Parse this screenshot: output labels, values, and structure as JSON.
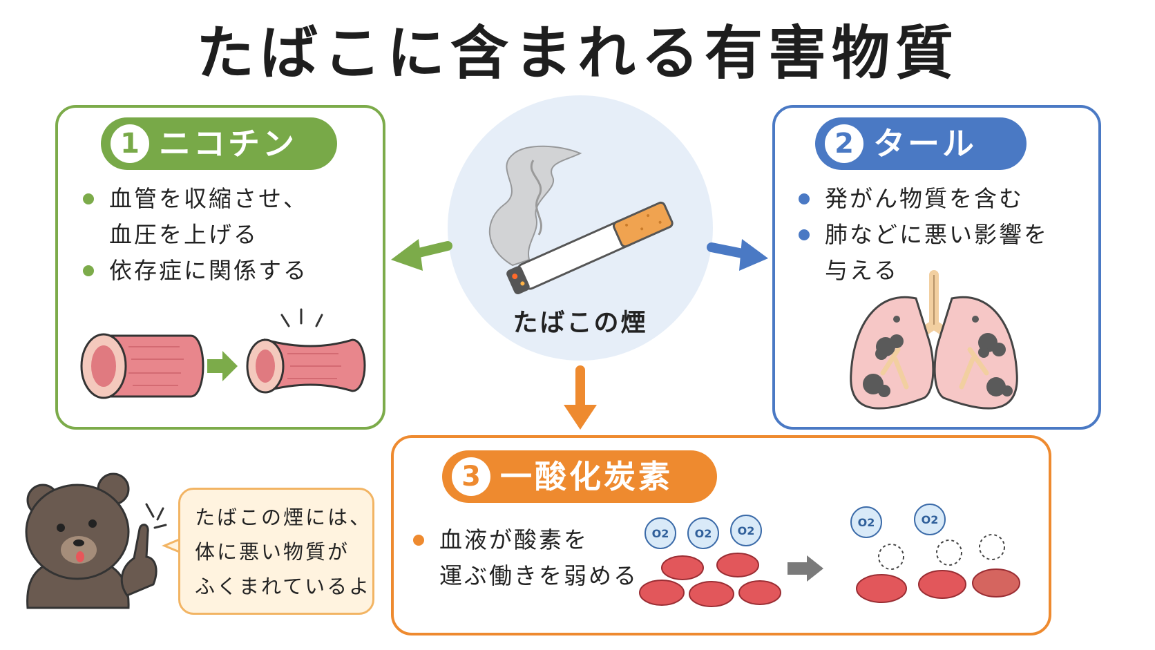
{
  "title": "たばこに含まれる有害物質",
  "center": {
    "label": "たばこの煙"
  },
  "panels": {
    "nicotine": {
      "number": "1",
      "heading": "ニコチン",
      "bullets": [
        "血管を収縮させ、\n血圧を上げる",
        "依存症に関係する"
      ]
    },
    "tar": {
      "number": "2",
      "heading": "タール",
      "bullets": [
        "発がん物質を含む",
        "肺などに悪い影響を\n与える"
      ]
    },
    "co": {
      "number": "3",
      "heading": "一酸化炭素",
      "bullets": [
        "血液が酸素を\n運ぶ働きを弱める"
      ],
      "oxygen_label": "O2"
    }
  },
  "mascot": {
    "speech": "たばこの煙には、\n体に悪い物質が\nふくまれているよ"
  },
  "colors": {
    "nicotine": "#7cab4a",
    "tar": "#4a79c4",
    "co": "#ee8a2f",
    "smoke_circle": "#e6eef8",
    "bubble": "#fff3df"
  },
  "icons": {
    "center": "cigarette-smoke-icon",
    "nicotine": "blood-vessel-constriction-icon",
    "tar": "damaged-lungs-icon",
    "co": "red-blood-cells-oxygen-icon",
    "mascot": "bear-pointing-icon"
  }
}
